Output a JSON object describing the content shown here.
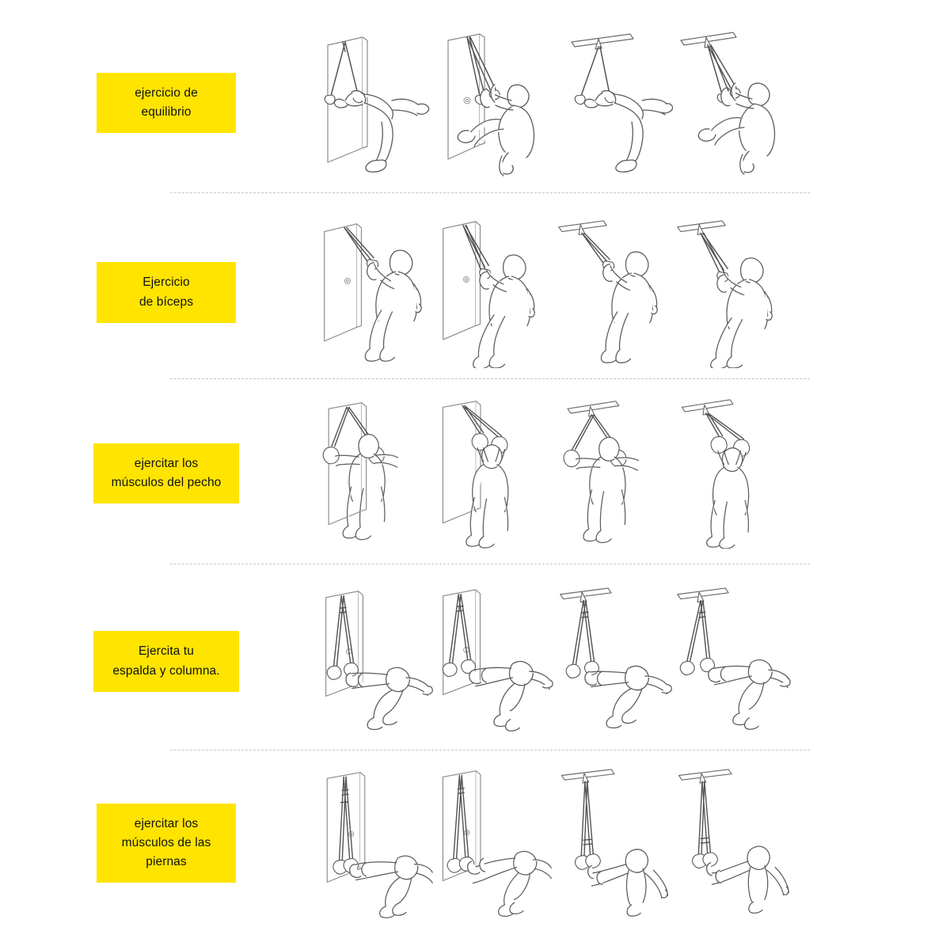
{
  "page": {
    "background": "#FFFFFF",
    "accent_yellow": "#FFE400",
    "text_color": "#111111",
    "divider_color": "#C9C9C9"
  },
  "rows": [
    {
      "id": "equilibrio",
      "label_lines": [
        "ejercicio de",
        "equilibrio"
      ],
      "panels": [
        {
          "name": "panel-door-balance-1",
          "mount": "door",
          "pose": "plank-leg-raise",
          "handle": false
        },
        {
          "name": "panel-door-balance-2",
          "mount": "door",
          "pose": "seated-pull-knee-up",
          "handle": true
        },
        {
          "name": "panel-ceiling-balance-3",
          "mount": "ceiling-bar",
          "pose": "plank-leg-raise",
          "handle": false
        },
        {
          "name": "panel-ceiling-balance-4",
          "mount": "ceiling-bar",
          "pose": "seated-pull-knee-up",
          "handle": false
        }
      ]
    },
    {
      "id": "biceps",
      "label_lines": [
        "Ejercicio",
        "de bíceps"
      ],
      "panels": [
        {
          "name": "panel-door-biceps-1",
          "mount": "door",
          "pose": "standing-lean-back-curl",
          "handle": true
        },
        {
          "name": "panel-door-biceps-2",
          "mount": "door",
          "pose": "standing-lean-back-curl-deep",
          "handle": true
        },
        {
          "name": "panel-ceiling-biceps-3",
          "mount": "ceiling-bar",
          "pose": "standing-lean-back-curl",
          "handle": false
        },
        {
          "name": "panel-ceiling-biceps-4",
          "mount": "ceiling-bar",
          "pose": "standing-lean-back-curl-deep",
          "handle": false
        }
      ]
    },
    {
      "id": "pecho",
      "label_lines": [
        "ejercitar los",
        "músculos del pecho"
      ],
      "panels": [
        {
          "name": "panel-door-chest-1",
          "mount": "door",
          "pose": "chest-fly-open",
          "handle": false
        },
        {
          "name": "panel-door-chest-2",
          "mount": "door",
          "pose": "chest-fly-closed",
          "handle": false
        },
        {
          "name": "panel-ceiling-chest-3",
          "mount": "ceiling-bar",
          "pose": "chest-fly-open",
          "handle": false
        },
        {
          "name": "panel-ceiling-chest-4",
          "mount": "ceiling-bar",
          "pose": "chest-fly-closed",
          "handle": false
        }
      ]
    },
    {
      "id": "espalda",
      "label_lines": [
        "Ejercita tu",
        "espalda y columna."
      ],
      "panels": [
        {
          "name": "panel-door-back-1",
          "mount": "door",
          "pose": "prone-feet-in-straps",
          "handle": true
        },
        {
          "name": "panel-door-back-2",
          "mount": "door",
          "pose": "prone-feet-in-straps-pike",
          "handle": true
        },
        {
          "name": "panel-ceiling-back-3",
          "mount": "ceiling-bar",
          "pose": "prone-feet-in-straps",
          "handle": false
        },
        {
          "name": "panel-ceiling-back-4",
          "mount": "ceiling-bar",
          "pose": "prone-feet-in-straps-pike",
          "handle": false
        }
      ]
    },
    {
      "id": "piernas",
      "label_lines": [
        "ejercitar los",
        "músculos de las",
        "piernas"
      ],
      "panels": [
        {
          "name": "panel-door-legs-1",
          "mount": "door",
          "pose": "low-plank-feet-suspended",
          "handle": true
        },
        {
          "name": "panel-door-legs-2",
          "mount": "door",
          "pose": "low-plank-feet-suspended-tuck",
          "handle": true
        },
        {
          "name": "panel-ceiling-legs-3",
          "mount": "ceiling-bar",
          "pose": "seated-legs-suspended",
          "handle": false
        },
        {
          "name": "panel-ceiling-legs-4",
          "mount": "ceiling-bar",
          "pose": "seated-legs-suspended-tuck",
          "handle": false
        }
      ]
    }
  ],
  "dividers": [
    {
      "name": "divider-1",
      "after_row": "equilibrio"
    },
    {
      "name": "divider-2",
      "after_row": "biceps"
    },
    {
      "name": "divider-3",
      "after_row": "pecho"
    },
    {
      "name": "divider-4",
      "after_row": "espalda"
    }
  ]
}
